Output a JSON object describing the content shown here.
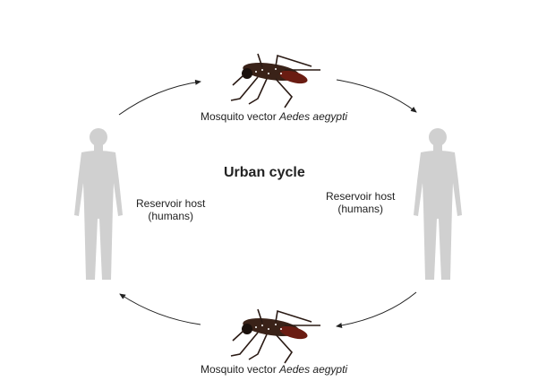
{
  "title": "Urban cycle",
  "mosquito_top": {
    "label": "Mosquito vector ",
    "species": "Aedes aegypti"
  },
  "mosquito_bottom": {
    "label": "Mosquito vector ",
    "species": "Aedes aegypti"
  },
  "host_left": {
    "line1": "Reservoir host",
    "line2": "(humans)"
  },
  "host_right": {
    "line1": "Reservoir host",
    "line2": "(humans)"
  },
  "colors": {
    "human": "#d0d0d0",
    "mosquito": "#2a1a14",
    "arrow": "#222222"
  }
}
